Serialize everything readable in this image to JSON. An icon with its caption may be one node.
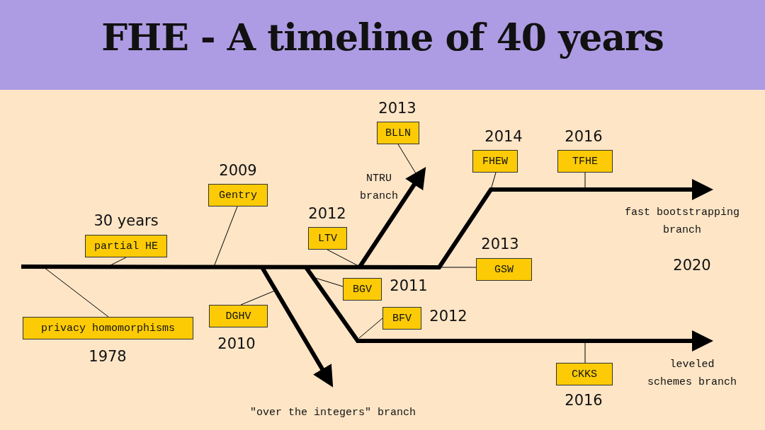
{
  "diagram": {
    "title": "FHE - A timeline of 40 years",
    "nodes": [
      {
        "text": [
          "privacy homomorphisms"
        ],
        "beside": [
          "1978"
        ]
      },
      {
        "text": [
          "partial HE"
        ],
        "beside": [
          "30 years"
        ]
      },
      {
        "text": [
          "Gentry"
        ],
        "beside": [
          "2009"
        ]
      },
      {
        "text": [
          "DGHV"
        ],
        "beside": [
          "2010"
        ]
      },
      {
        "text": [
          "LTV"
        ],
        "beside": [
          "2012"
        ]
      },
      {
        "text": [
          "BGV"
        ],
        "beside": [
          "2011"
        ]
      },
      {
        "text": [
          "BFV"
        ],
        "beside": [
          "2012"
        ]
      },
      {
        "text": [
          "BLLN"
        ],
        "beside": [
          "2013"
        ]
      },
      {
        "text": [
          "FHEW"
        ],
        "beside": [
          "2014"
        ]
      },
      {
        "text": [
          "GSW"
        ],
        "beside": [
          "2013"
        ]
      },
      {
        "text": [
          "TFHE"
        ],
        "beside": [
          "2016"
        ]
      },
      {
        "text": [
          "CKKS"
        ],
        "beside": [
          "2016"
        ]
      }
    ],
    "edges": [
      {
        "from": 0,
        "to": null,
        "arrow": "none"
      },
      {
        "from": 1,
        "to": null,
        "arrow": "none"
      },
      {
        "from": 2,
        "to": null,
        "arrow": "none"
      },
      {
        "from": 3,
        "to": null,
        "arrow": "none"
      },
      {
        "from": 4,
        "to": null,
        "arrow": "none"
      },
      {
        "from": 5,
        "to": null,
        "arrow": "none"
      },
      {
        "from": 6,
        "to": null,
        "arrow": "none"
      },
      {
        "from": 7,
        "to": null,
        "arrow": "none"
      },
      {
        "from": 8,
        "to": null,
        "arrow": "none"
      },
      {
        "from": 9,
        "to": null,
        "arrow": "none"
      },
      {
        "from": 10,
        "to": null,
        "arrow": "none"
      },
      {
        "from": 11,
        "to": null,
        "arrow": "none"
      }
    ],
    "labels": [
      "NTRU branch",
      "fast bootstrapping branch",
      "2020",
      "leveled schemes branch",
      "\"over the integers\" branch"
    ]
  }
}
